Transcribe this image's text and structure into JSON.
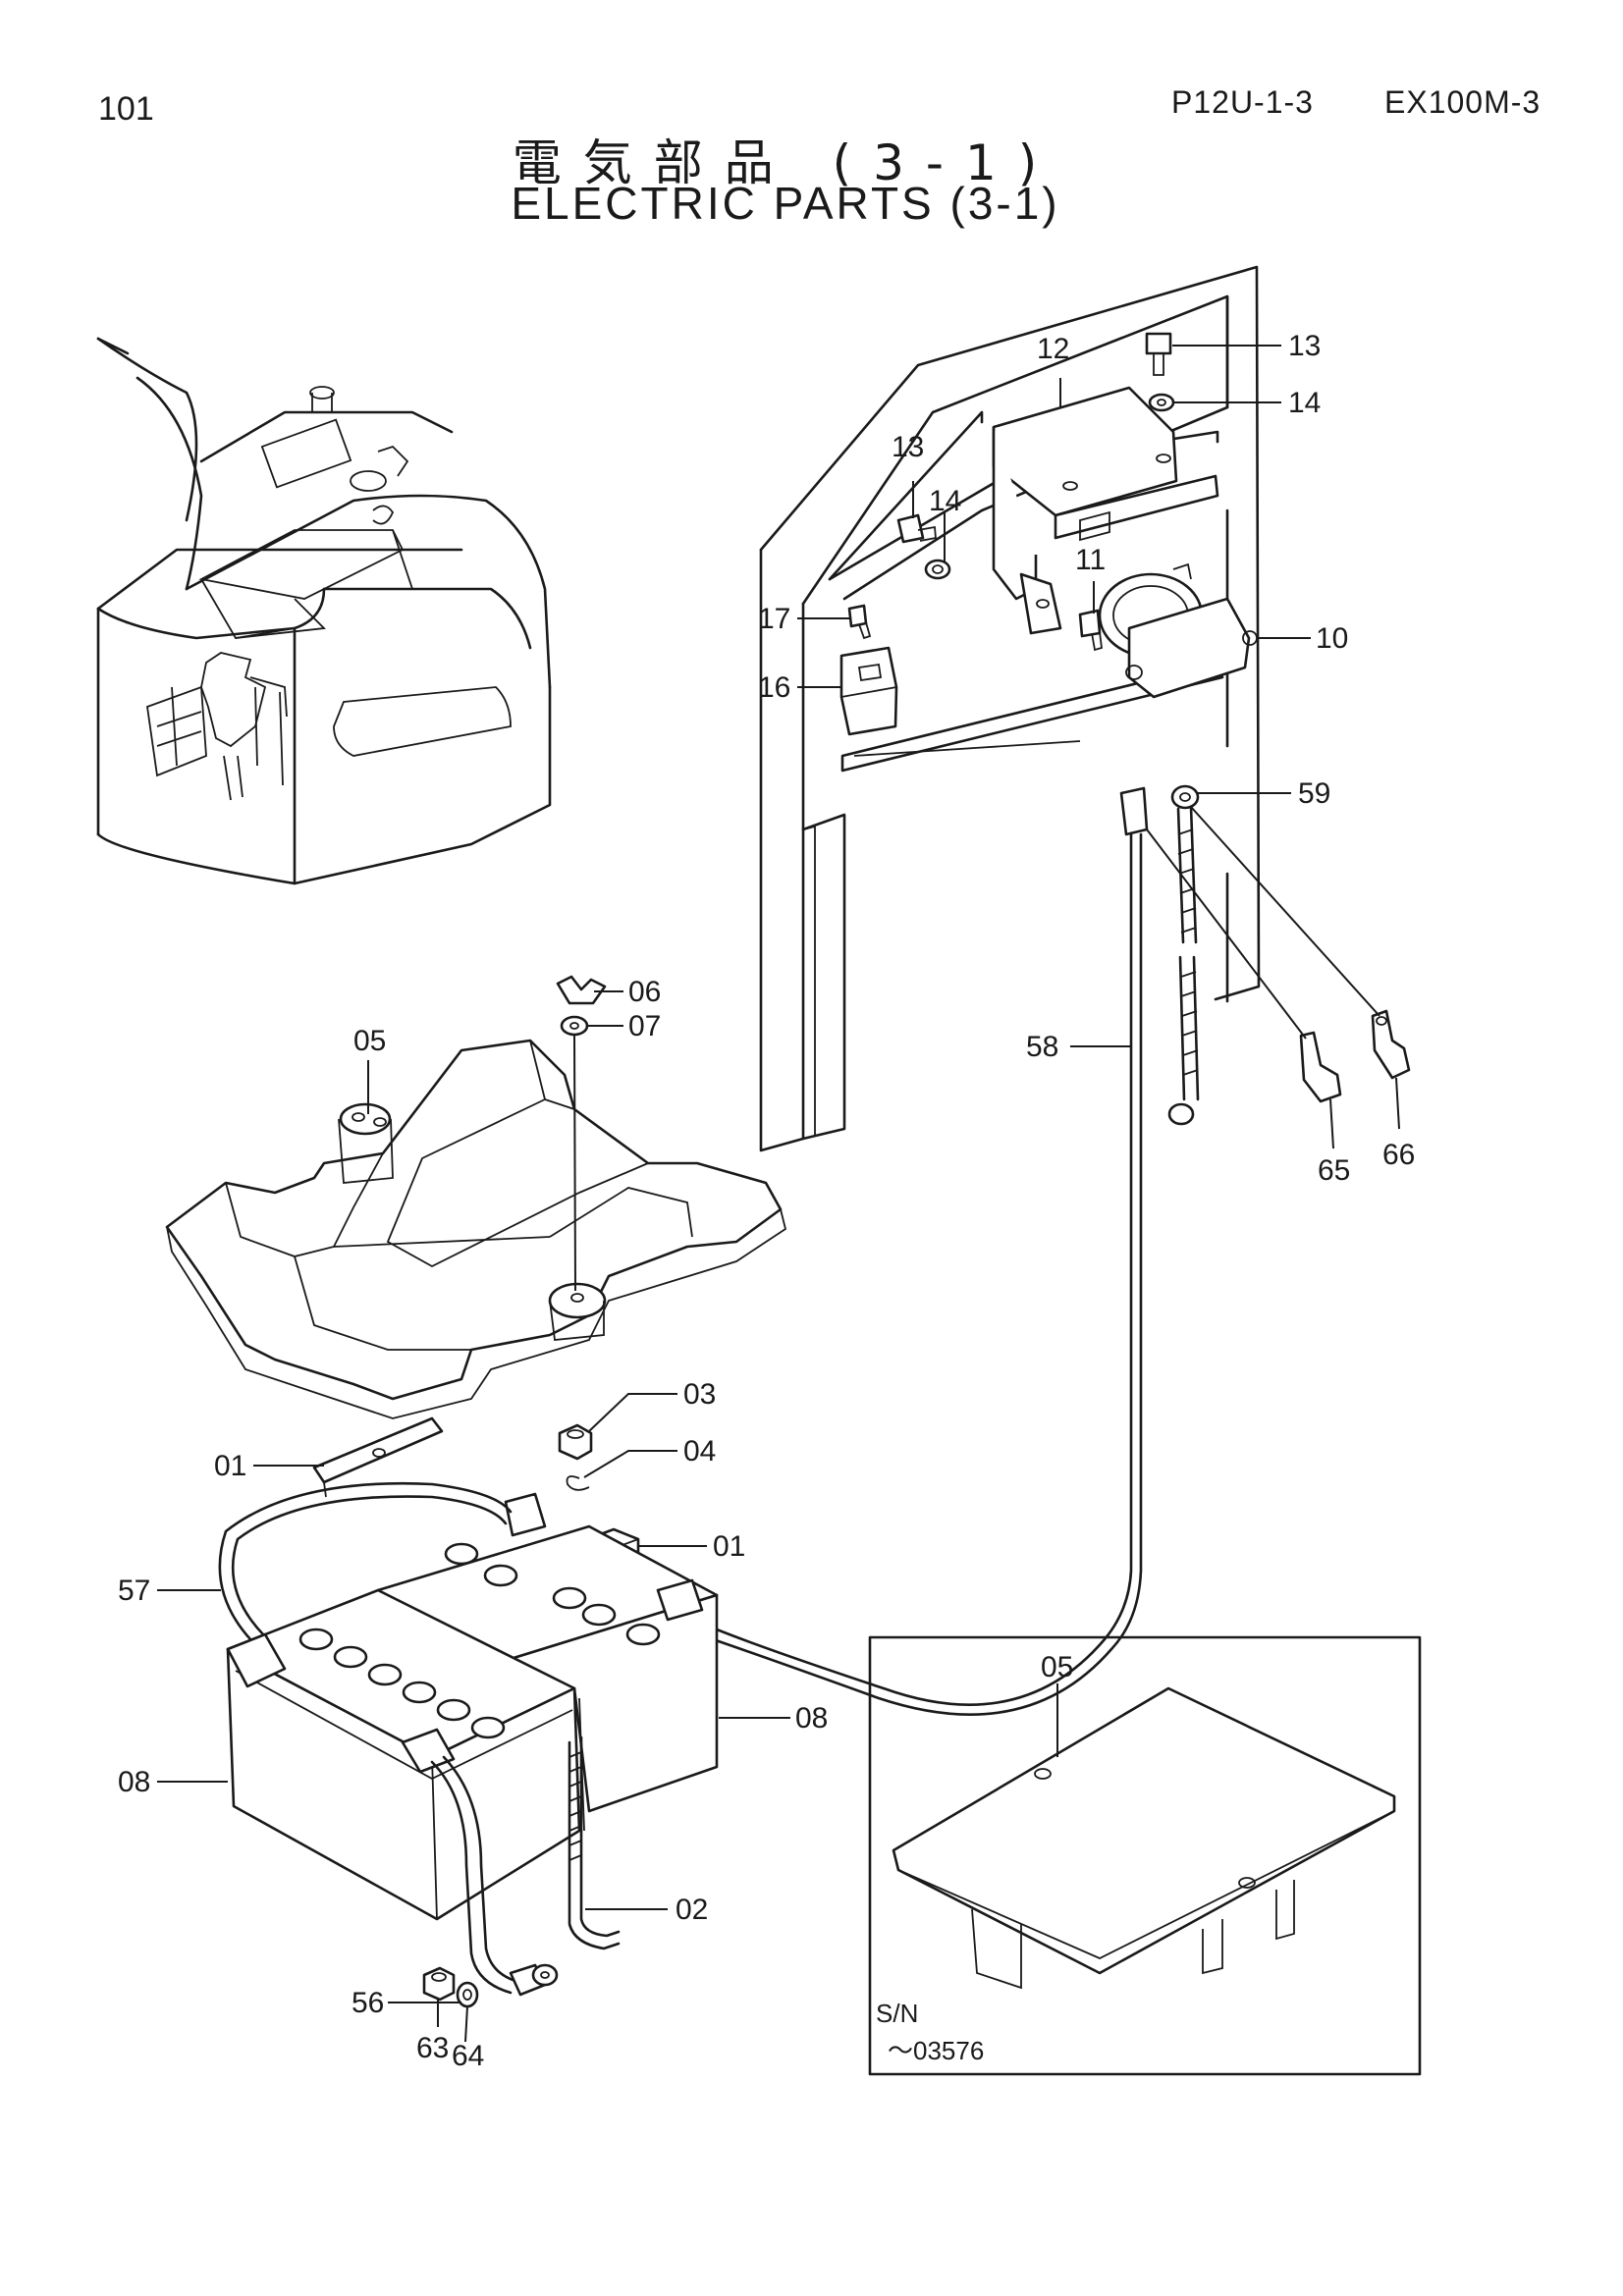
{
  "header": {
    "page_number": "101",
    "figure_code": "P12U-1-3",
    "model_code": "EX100M-3",
    "title_jp": "電気部品 (3-1)",
    "title_en": "ELECTRIC PARTS (3-1)"
  },
  "callouts": [
    {
      "id": "c13a",
      "text": "13"
    },
    {
      "id": "c12",
      "text": "12"
    },
    {
      "id": "c14a",
      "text": "14"
    },
    {
      "id": "c13b",
      "text": "13"
    },
    {
      "id": "c14b",
      "text": "14"
    },
    {
      "id": "c11",
      "text": "11"
    },
    {
      "id": "c17",
      "text": "17"
    },
    {
      "id": "c10",
      "text": "10"
    },
    {
      "id": "c16",
      "text": "16"
    },
    {
      "id": "c59",
      "text": "59"
    },
    {
      "id": "c06",
      "text": "06"
    },
    {
      "id": "c07",
      "text": "07"
    },
    {
      "id": "c05a",
      "text": "05"
    },
    {
      "id": "c58",
      "text": "58"
    },
    {
      "id": "c65",
      "text": "65"
    },
    {
      "id": "c66",
      "text": "66"
    },
    {
      "id": "c03",
      "text": "03"
    },
    {
      "id": "c01a",
      "text": "01"
    },
    {
      "id": "c04",
      "text": "04"
    },
    {
      "id": "c01b",
      "text": "01"
    },
    {
      "id": "c57",
      "text": "57"
    },
    {
      "id": "c05b",
      "text": "05"
    },
    {
      "id": "c08a",
      "text": "08"
    },
    {
      "id": "c08b",
      "text": "08"
    },
    {
      "id": "c02",
      "text": "02"
    },
    {
      "id": "c56",
      "text": "56"
    },
    {
      "id": "c63",
      "text": "63"
    },
    {
      "id": "c64",
      "text": "64"
    }
  ],
  "inset": {
    "serial_label": "S/N",
    "serial_range": "～03576"
  }
}
